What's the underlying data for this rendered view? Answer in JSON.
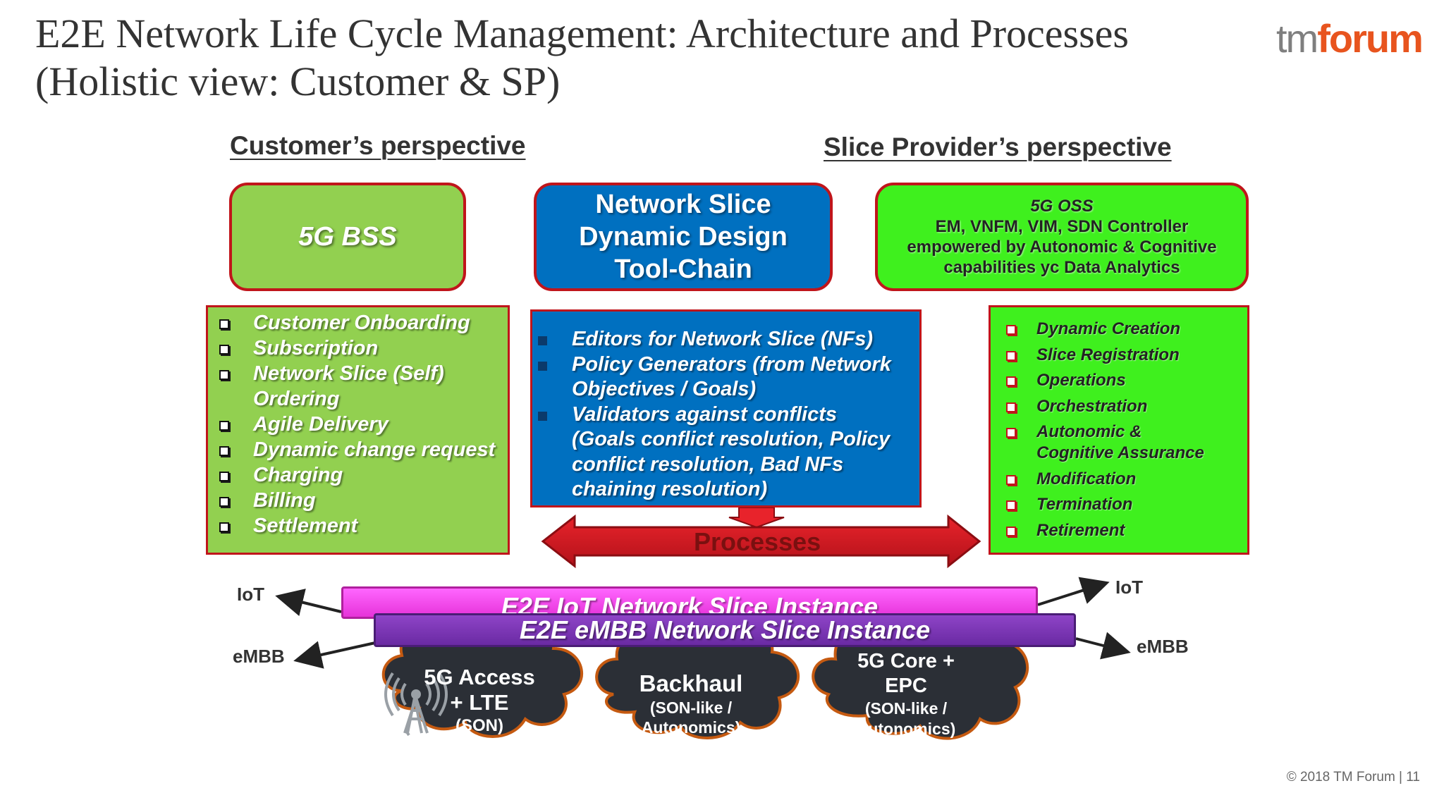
{
  "title": {
    "line1": "E2E Network Life Cycle Management: Architecture and Processes",
    "line2": "(Holistic view: Customer & SP)"
  },
  "logo": {
    "tm": "tm",
    "forum": "forum"
  },
  "perspectives": {
    "customer": "Customer’s perspective",
    "provider": "Slice Provider’s perspective"
  },
  "top_boxes": {
    "bss": "5G BSS",
    "toolchain": [
      "Network Slice",
      "Dynamic Design",
      "Tool-Chain"
    ],
    "oss": {
      "title": "5G OSS",
      "lines": [
        "EM, VNFM, VIM, SDN Controller",
        "empowered by Autonomic & Cognitive",
        "capabilities yc Data Analytics"
      ]
    }
  },
  "customer_items": [
    [
      "Customer Onboarding"
    ],
    [
      "Subscription"
    ],
    [
      "Network Slice (Self)",
      "Ordering"
    ],
    [
      "Agile Delivery"
    ],
    [
      "Dynamic change request"
    ],
    [
      "Charging"
    ],
    [
      "Billing"
    ],
    [
      "Settlement"
    ]
  ],
  "toolchain_items": [
    [
      "Editors for Network Slice (NFs)"
    ],
    [
      "Policy Generators (from Network",
      "Objectives / Goals)"
    ],
    [
      "Validators against conflicts",
      "(Goals conflict resolution, Policy",
      "conflict resolution, Bad NFs",
      "chaining resolution)"
    ]
  ],
  "provider_items": [
    [
      "Dynamic Creation"
    ],
    [
      "Slice Registration"
    ],
    [
      "Operations"
    ],
    [
      "Orchestration"
    ],
    [
      "Autonomic &",
      "Cognitive Assurance"
    ],
    [
      "Modification"
    ],
    [
      "Termination"
    ],
    [
      "Retirement"
    ]
  ],
  "processes_label": "Processes",
  "slices": {
    "iot": "E2E IoT Network Slice Instance",
    "embb": "E2E eMBB Network Slice Instance"
  },
  "edge_labels": {
    "iot_left": "IoT",
    "embb_left": "eMBB",
    "iot_right": "IoT",
    "embb_right": "eMBB"
  },
  "clouds": {
    "access": [
      "5G Access",
      "+ LTE",
      "(SON)"
    ],
    "backhaul": [
      "Backhaul",
      "(SON-like /",
      "Autonomics)"
    ],
    "core": [
      "5G Core +",
      "EPC",
      "(SON-like /",
      "Autonomics)"
    ]
  },
  "footer": "© 2018 TM Forum | 11",
  "colors": {
    "bss_green": "#92d050",
    "toolchain_blue": "#0070c0",
    "oss_green": "#3ff01e",
    "border_red": "#c0151b",
    "iot_magenta": "#ff66ff",
    "embb_purple": "#7030a0",
    "cloud_dark": "#2b2f36",
    "cloud_edge": "#c55a11"
  }
}
